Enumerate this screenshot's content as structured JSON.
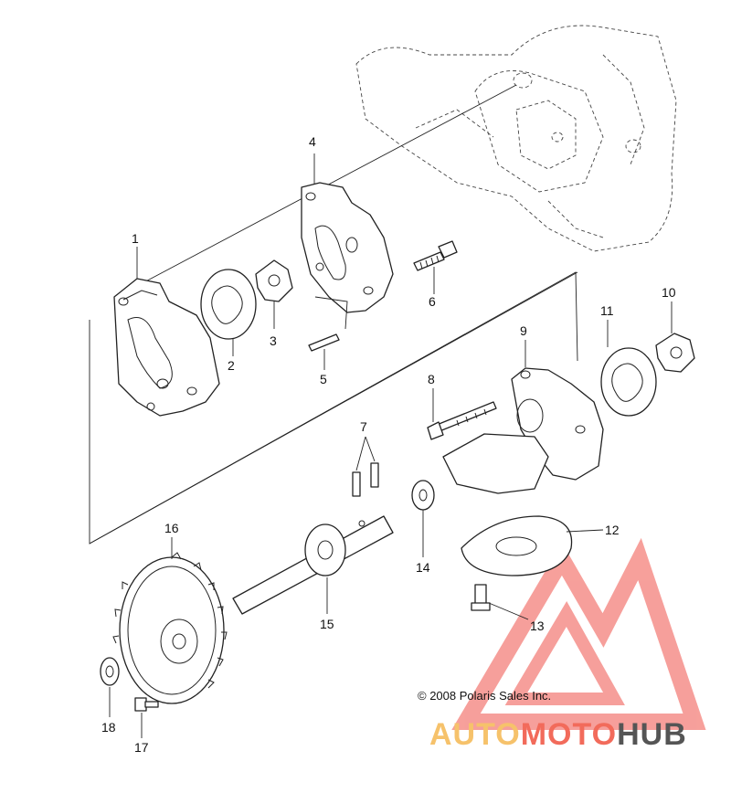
{
  "diagram": {
    "callouts": [
      "1",
      "2",
      "3",
      "4",
      "5",
      "6",
      "7",
      "8",
      "9",
      "10",
      "11",
      "12",
      "13",
      "14",
      "15",
      "16",
      "17",
      "18"
    ],
    "copyright": "© 2008 Polaris Sales Inc."
  },
  "watermark": {
    "part1": "AUTO",
    "part2": "MOTO",
    "part3": "HUB",
    "colors": {
      "auto": "#f6c26b",
      "moto": "#f26b5b",
      "hub": "#555555",
      "logo": "#f4807a"
    }
  }
}
